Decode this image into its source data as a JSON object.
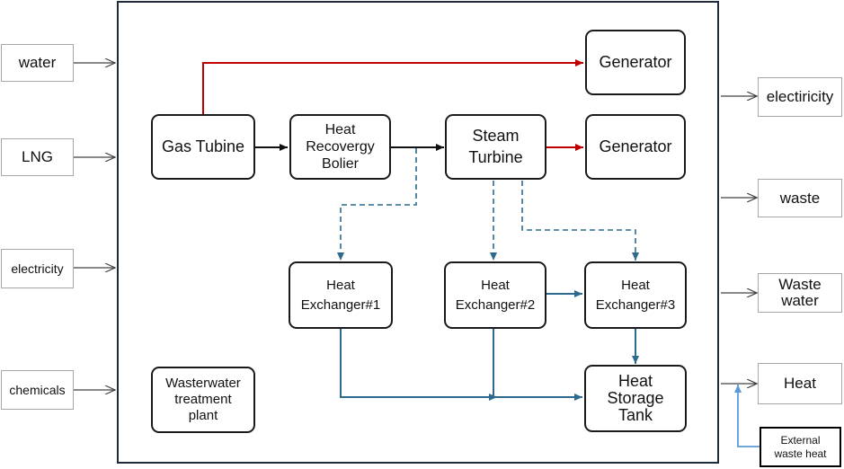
{
  "inputs": {
    "water": "water",
    "lng": "LNG",
    "electricity": "electricity",
    "chemicals": "chemicals"
  },
  "outputs": {
    "electricity": "electiricity",
    "waste": "waste",
    "waste_water": "Waste\nwater",
    "heat": "Heat",
    "external_waste_heat": "External\nwaste heat"
  },
  "nodes": {
    "gas_turbine": "Gas Tubine",
    "heat_recovery_boiler": "Heat\nRecovergy\nBolier",
    "steam_turbine": "Steam\nTurbine",
    "generator_top": "Generator",
    "generator_mid": "Generator",
    "heat_exchanger_1": "Heat\nExchanger#1",
    "heat_exchanger_2": "Heat\nExchanger#2",
    "heat_exchanger_3": "Heat\nExchanger#3",
    "heat_storage_tank": "Heat\nStorage\nTank",
    "wastewater_plant": "Wasterwater\ntreatment\nplant"
  },
  "colors": {
    "power_flow": "#c00000",
    "heat_flow": "#2e6a8e",
    "external_flow": "#5b9bd5",
    "io_arrow": "#404040"
  }
}
